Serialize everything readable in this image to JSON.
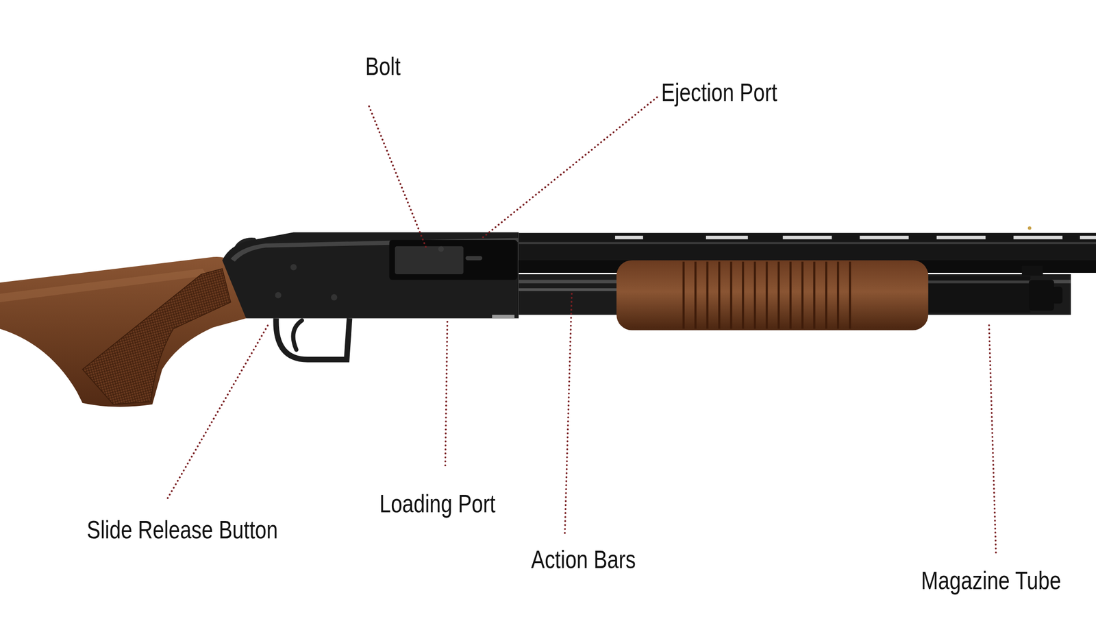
{
  "diagram": {
    "labels": [
      "Bolt",
      "Ejection Port",
      "Slide Release Button",
      "Loading Port",
      "Action Bars",
      "Magazine Tube"
    ]
  }
}
